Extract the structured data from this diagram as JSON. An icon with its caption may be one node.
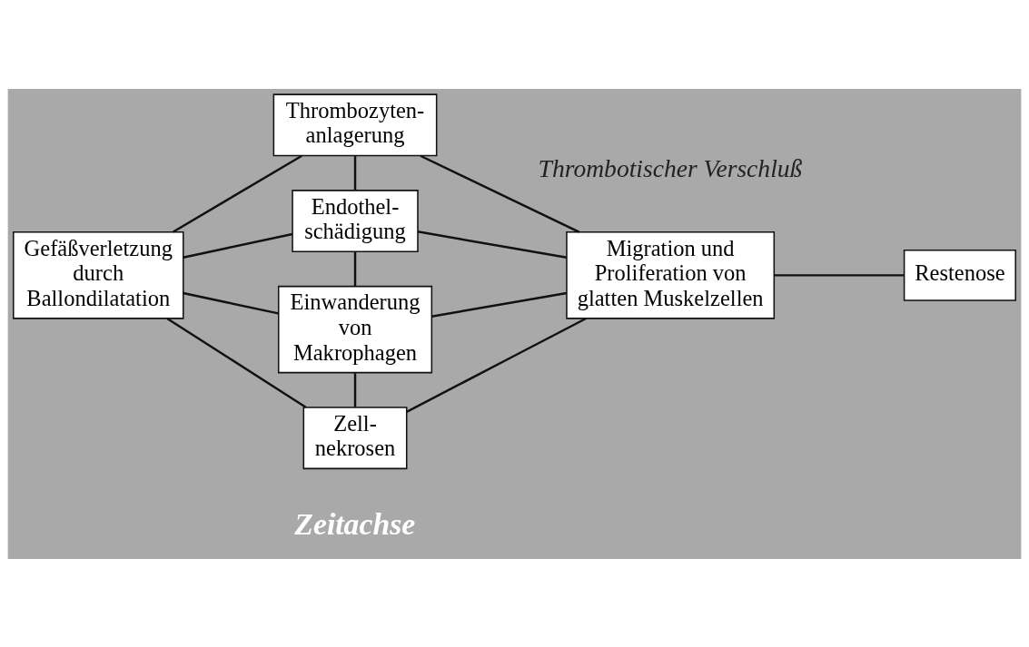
{
  "diagram": {
    "nodes": [
      {
        "text": [
          "Gefäßverletzung durch Ballondilatation"
        ]
      },
      {
        "text": [
          "Thrombozyten-anlagerung"
        ]
      },
      {
        "text": [
          "Endothel-schädigung"
        ]
      },
      {
        "text": [
          "Einwanderung von Makrophagen"
        ]
      },
      {
        "text": [
          "Zell-nekrosen"
        ]
      },
      {
        "text": [
          "Migration und Proliferation von glatten Muskelzellen"
        ]
      },
      {
        "text": [
          "Restenose"
        ]
      }
    ],
    "edges": [
      {
        "from": 0,
        "to": 1,
        "arrow": "none"
      },
      {
        "from": 0,
        "to": 2,
        "arrow": "none"
      },
      {
        "from": 0,
        "to": 3,
        "arrow": "none"
      },
      {
        "from": 0,
        "to": 4,
        "arrow": "none"
      },
      {
        "from": 1,
        "to": 2,
        "arrow": "none"
      },
      {
        "from": 2,
        "to": 3,
        "arrow": "none"
      },
      {
        "from": 3,
        "to": 4,
        "arrow": "none"
      },
      {
        "from": 1,
        "to": 5,
        "arrow": "none"
      },
      {
        "from": 2,
        "to": 5,
        "arrow": "none"
      },
      {
        "from": 3,
        "to": 5,
        "arrow": "none"
      },
      {
        "from": 4,
        "to": 5,
        "arrow": "none"
      },
      {
        "from": 5,
        "to": 6,
        "arrow": "none"
      }
    ],
    "labels": [
      "Thrombotischer Verschluß",
      "Zeitachse"
    ]
  }
}
